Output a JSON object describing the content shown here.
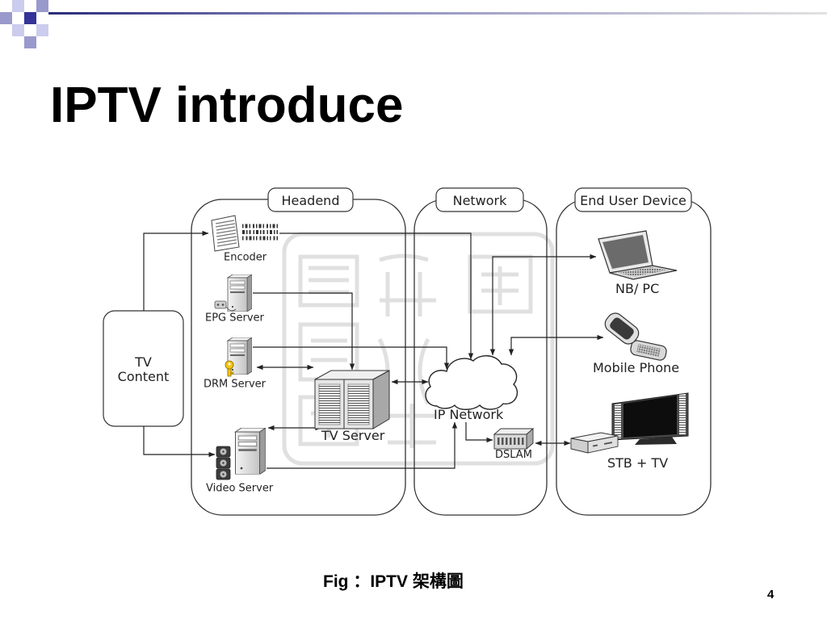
{
  "slide": {
    "title": "IPTV introduce",
    "caption": "Fig ：IPTV 架構圖",
    "page_number": "4"
  },
  "diagram": {
    "sections": {
      "headend": "Headend",
      "network": "Network",
      "end_user_device": "End User Device"
    },
    "source": {
      "line1": "TV",
      "line2": "Content"
    },
    "headend_nodes": {
      "encoder": "Encoder",
      "epg_server": "EPG Server",
      "drm_server": "DRM Server",
      "video_server": "Video Server",
      "tv_server": "TV Server"
    },
    "network_nodes": {
      "ip_network": "IP Network",
      "dslam": "DSLAM"
    },
    "device_nodes": {
      "nb_pc": "NB/ PC",
      "mobile_phone": "Mobile Phone",
      "stb_tv": "STB + TV"
    },
    "icons": {
      "encoder": "document-scan-icon",
      "epg_server": "tower-server-icon",
      "drm_server": "tower-server-key-icon",
      "video_server": "tower-server-film-icon",
      "tv_server": "rack-server-icon",
      "ip_network": "cloud-icon",
      "dslam": "network-switch-icon",
      "nb_pc": "laptop-icon",
      "mobile_phone": "flip-phone-icon",
      "stb_tv": "tv-set-top-box-icon"
    }
  },
  "theme": {
    "accent_dark": "#333399",
    "accent_mid": "#9999cc",
    "accent_light": "#ccccee",
    "line_color": "#222222"
  }
}
